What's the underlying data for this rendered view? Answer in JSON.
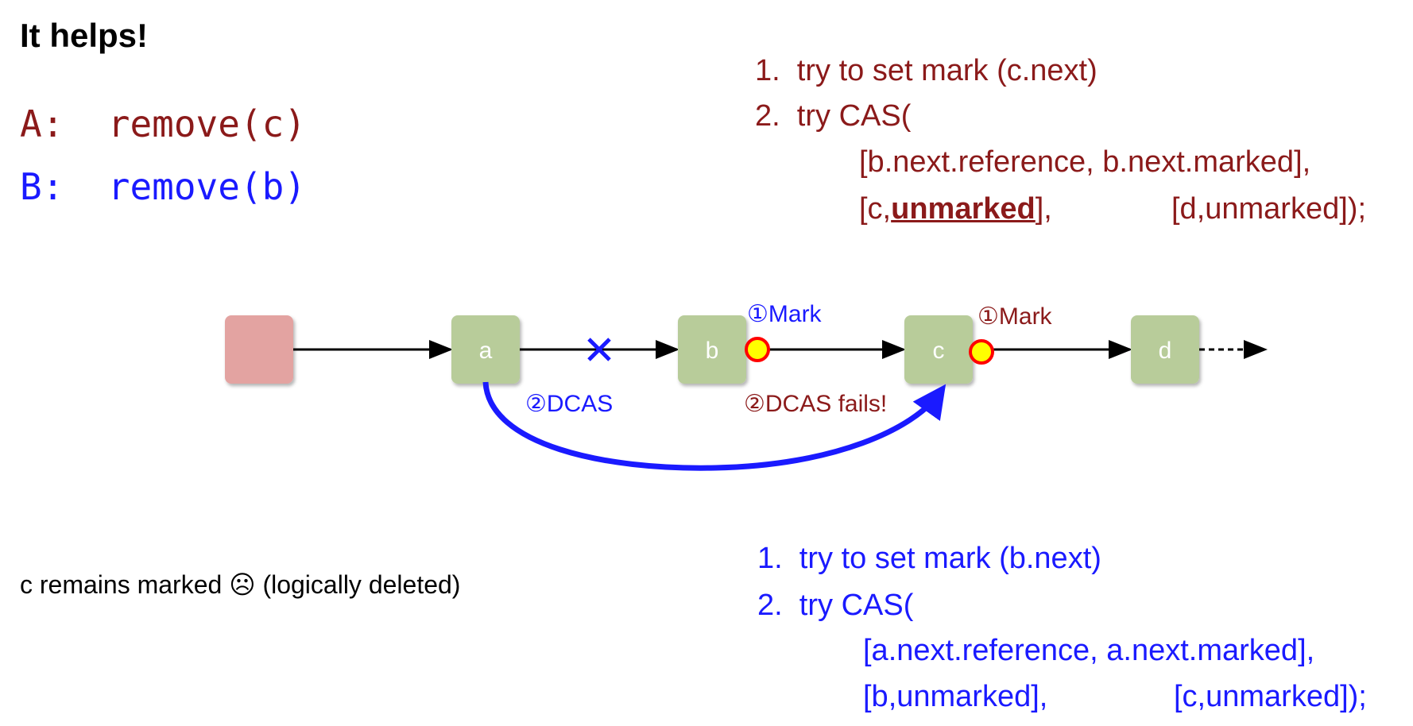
{
  "title": "It helps!",
  "threads": {
    "a": "A:  remove(c)",
    "b": "B:  remove(b)"
  },
  "thread_a_steps": {
    "step1": "1.  try to set mark (c.next)",
    "step2": "2.  try CAS(",
    "line3": "[b.next.reference, b.next.marked],",
    "line4_pre": "[c,",
    "line4_em": "unmarked",
    "line4_post": "],",
    "line4_right": "[d,unmarked]);"
  },
  "thread_b_steps": {
    "step1": "1.  try to set mark (b.next)",
    "step2": "2.  try CAS(",
    "line3": "[a.next.reference, a.next.marked],",
    "line4_left": "[b,unmarked],",
    "line4_right": "[c,unmarked]);"
  },
  "diagram": {
    "nodes": [
      "",
      "a",
      "b",
      "c",
      "d"
    ],
    "labels": {
      "mark_b": "①Mark",
      "mark_c": "①Mark",
      "dcas_b": "②DCAS",
      "dcas_a_fail": "②DCAS fails!"
    },
    "colors": {
      "head": "#e3a3a1",
      "node": "#b8cc9a",
      "thread_a": "#8b1a1a",
      "thread_b": "#1a1aff",
      "mark_fill": "#ffff00",
      "mark_stroke": "#ff0000"
    }
  },
  "note": "c remains marked ☹ (logically deleted)"
}
